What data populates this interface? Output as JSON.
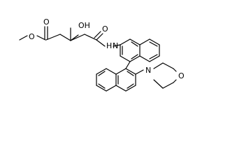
{
  "molecule": {
    "atom_labels": {
      "ester_oxygen_single": "O",
      "ester_oxygen_double": "O",
      "hydroxyl": "OH",
      "amide_oxygen": "O",
      "amide_nitrogen": "N",
      "amide_hydrogen": "H",
      "morpholine_nitrogen": "N",
      "morpholine_oxygen": "O"
    }
  }
}
